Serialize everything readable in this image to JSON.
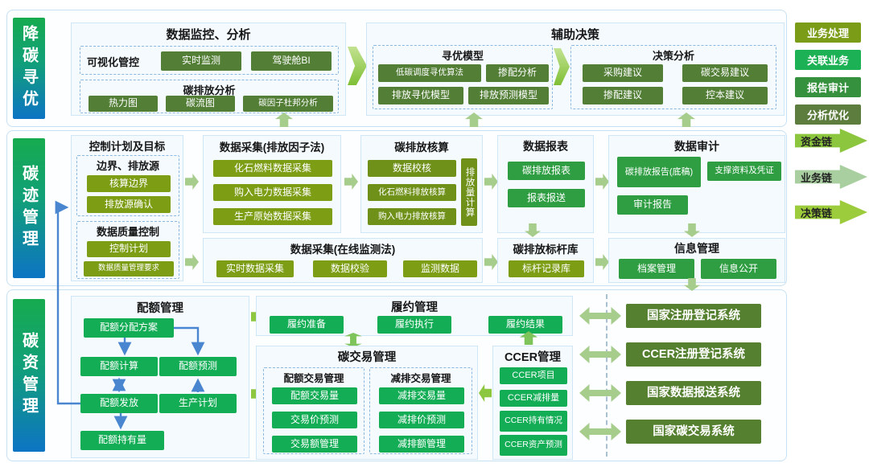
{
  "colors": {
    "band_border": "#c7e1f3",
    "section_fill": "#f4fafe",
    "dashed_border": "#8ab8e0",
    "moss_button": "#527e36",
    "olive_button": "#7d9d15",
    "olive_dark_button": "#6f9119",
    "green_button": "#2f9e43",
    "bright_green_button": "#13ad56",
    "system_button": "#55802f",
    "big_arrow": "#8dc63f",
    "small_arrow": "#a7cd8d",
    "blue_connector": "#4a86d0",
    "label_gradient_top": "#16ab4f",
    "label_gradient_bottom": "#0d74c4"
  },
  "bands": {
    "b1": "降碳寻优",
    "b2": "碳迹管理",
    "b3": "碳资管理"
  },
  "legend": [
    {
      "label": "业务处理",
      "color": "#7a9c16"
    },
    {
      "label": "关联业务",
      "color": "#1db155"
    },
    {
      "label": "报告审计",
      "color": "#35913d"
    },
    {
      "label": "分析优化",
      "color": "#5c7d3d"
    }
  ],
  "chains": [
    {
      "label": "资金链",
      "color": "#8cc63e"
    },
    {
      "label": "业务链",
      "color": "#a9cfa0"
    },
    {
      "label": "决策链",
      "color": "#9ccb3b"
    }
  ],
  "monitor": {
    "title": "数据监控、分析",
    "viz": {
      "title": "可视化管控",
      "buttons": [
        "实时监测",
        "驾驶舱BI"
      ]
    },
    "analysis": {
      "title": "碳排放分析",
      "buttons": [
        "热力图",
        "碳流图",
        "碳因子杜邦分析"
      ]
    }
  },
  "decision": {
    "title": "辅助决策",
    "model": {
      "title": "寻优模型",
      "buttons": [
        "低碳调度寻优算法",
        "掺配分析",
        "排放寻优模型",
        "排放预测模型"
      ]
    },
    "analysis": {
      "title": "决策分析",
      "buttons": [
        "采购建议",
        "碳交易建议",
        "掺配建议",
        "控本建议"
      ]
    }
  },
  "control": {
    "title": "控制计划及目标",
    "boundary": {
      "title": "边界、排放源",
      "buttons": [
        "核算边界",
        "排放源确认"
      ]
    },
    "quality": {
      "title": "数据质量控制",
      "buttons": [
        "控制计划",
        "数据质量管理要求"
      ]
    }
  },
  "collect_factor": {
    "title": "数据采集(排放因子法)",
    "buttons": [
      "化石燃料数据采集",
      "购入电力数据采集",
      "生产原始数据采集"
    ]
  },
  "accounting": {
    "title": "碳排放核算",
    "buttons": [
      "数据校核",
      "化石燃料排放核算",
      "购入电力排放核算"
    ],
    "vertical": "排放量计算"
  },
  "report": {
    "title": "数据报表",
    "buttons": [
      "碳排放报表",
      "报表报送"
    ]
  },
  "audit": {
    "title": "数据审计",
    "buttons": [
      "碳排放报告(底稿)",
      "支撑资料及凭证",
      "审计报告"
    ]
  },
  "collect_online": {
    "title": "数据采集(在线监测法)",
    "buttons": [
      "实时数据采集",
      "数据校验",
      "监测数据"
    ]
  },
  "benchmark": {
    "title": "碳排放标杆库",
    "buttons": [
      "标杆记录库"
    ]
  },
  "info": {
    "title": "信息管理",
    "buttons": [
      "档案管理",
      "信息公开"
    ]
  },
  "quota": {
    "title": "配额管理",
    "nodes": {
      "plan": "配额分配方案",
      "calc": "配额计算",
      "forecast": "配额预测",
      "issue": "配额发放",
      "production": "生产计划",
      "holding": "配额持有量"
    }
  },
  "compliance": {
    "title": "履约管理",
    "buttons": [
      "履约准备",
      "履约执行",
      "履约结果"
    ]
  },
  "trading": {
    "title": "碳交易管理",
    "quota_trading": {
      "title": "配额交易管理",
      "buttons": [
        "配额交易量",
        "交易价预测",
        "交易额管理"
      ]
    },
    "reduction_trading": {
      "title": "减排交易管理",
      "buttons": [
        "减排交易量",
        "减排价预测",
        "减排额管理"
      ]
    }
  },
  "ccer": {
    "title": "CCER管理",
    "buttons": [
      "CCER项目",
      "CCER减排量",
      "CCER持有情况",
      "CCER资产预测"
    ]
  },
  "systems": [
    "国家注册登记系统",
    "CCER注册登记系统",
    "国家数据报送系统",
    "国家碳交易系统"
  ]
}
